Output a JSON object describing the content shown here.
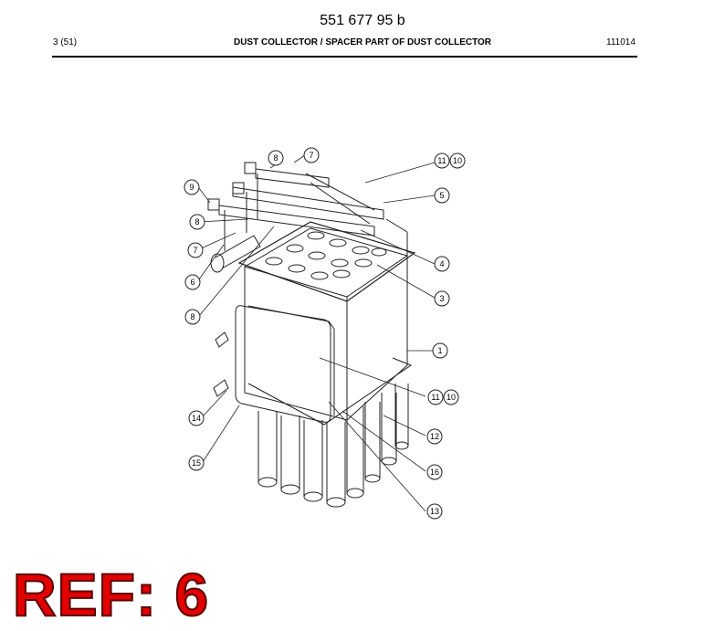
{
  "header": {
    "document_number": "551 677 95 b",
    "page": "3 (51)",
    "title": "DUST COLLECTOR / SPACER PART OF DUST COLLECTOR",
    "date": "111014"
  },
  "callouts": [
    "1",
    "3",
    "4",
    "5",
    "6",
    "7",
    "7",
    "8",
    "8",
    "8",
    "9",
    "10",
    "10",
    "11",
    "11",
    "12",
    "13",
    "14",
    "15",
    "16"
  ],
  "stamp": {
    "text": "REF: 6",
    "color": "#e20000"
  }
}
